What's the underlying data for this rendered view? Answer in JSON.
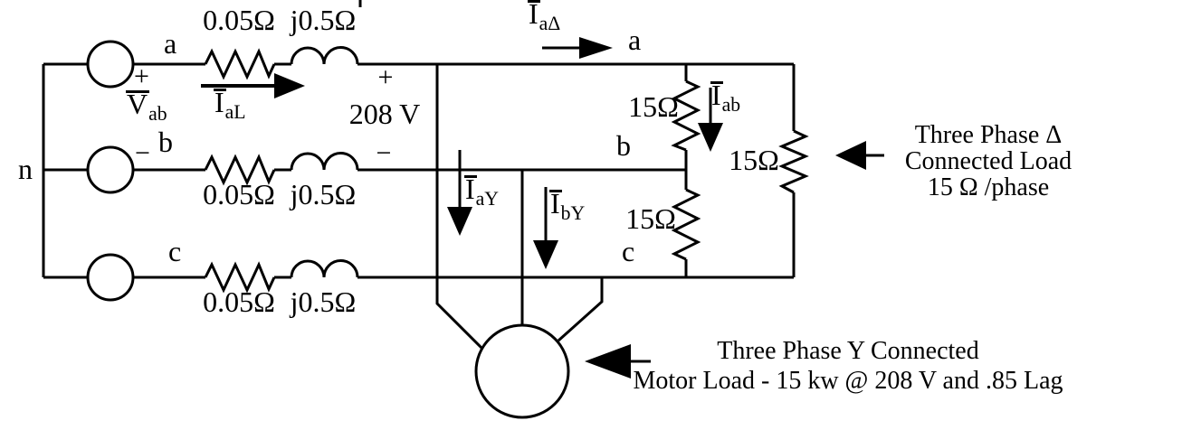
{
  "source_section": {
    "neutral_label": "n",
    "phase_node_labels": [
      "a",
      "b",
      "c"
    ],
    "source_voltage": {
      "symbol": "V",
      "subscript": "ab",
      "plus": "+",
      "minus": "−"
    }
  },
  "line_impedance": {
    "resistance": "0.05Ω",
    "reactance": "j0.5Ω"
  },
  "load_bus": {
    "voltage": "208 V",
    "plus": "+",
    "minus": "−",
    "node_labels": [
      "a",
      "b",
      "c"
    ]
  },
  "currents": {
    "line": {
      "symbol": "I",
      "subscript": "aL"
    },
    "delta_line": {
      "symbol": "I",
      "subscript": "aΔ"
    },
    "delta_phase": {
      "symbol": "I",
      "subscript": "ab"
    },
    "wye_a": {
      "symbol": "I",
      "subscript": "aY"
    },
    "wye_b": {
      "symbol": "I",
      "subscript": "bY"
    }
  },
  "delta_load": {
    "resistor_labels": [
      "15Ω",
      "15Ω",
      "15Ω"
    ],
    "note": [
      "Three Phase Δ",
      "Connected Load",
      "15 Ω /phase"
    ]
  },
  "wye_motor": {
    "note": [
      "Three Phase Y Connected",
      "Motor Load - 15 kw @ 208 V and .85 Lag"
    ]
  }
}
